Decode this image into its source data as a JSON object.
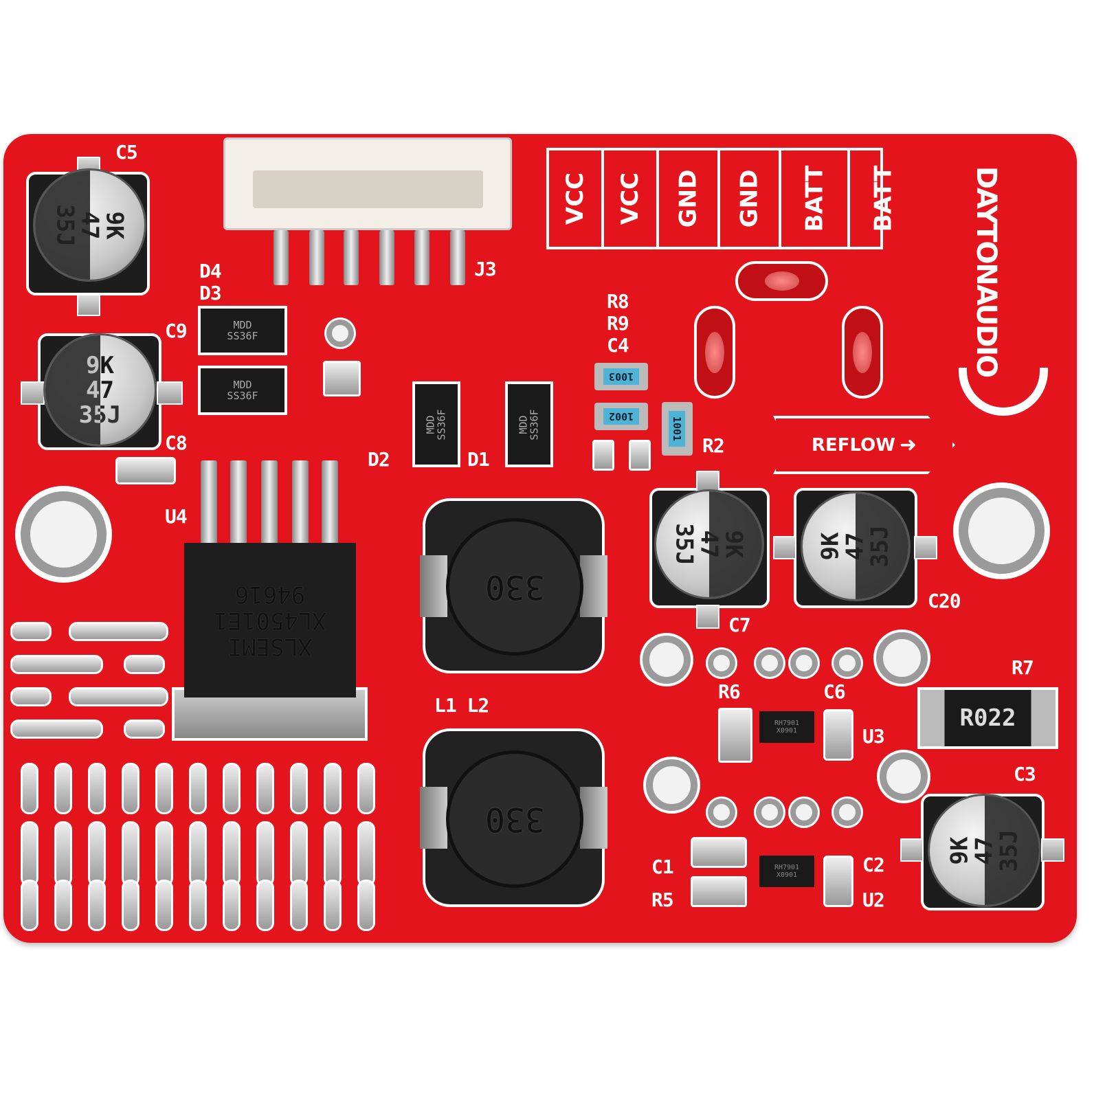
{
  "board": {
    "color": "#e3141b",
    "logo": "DAYTONAUDIO",
    "reflow_label": "REFLOW"
  },
  "terminal_labels": [
    "VCC",
    "VCC",
    "GND",
    "GND",
    "BATT",
    "BATT"
  ],
  "silk": [
    "C5",
    "D4",
    "D3",
    "C9",
    "C8",
    "U4",
    "D2",
    "D1",
    "J3",
    "R8",
    "R9",
    "C4",
    "R2",
    "C7",
    "C20",
    "R6",
    "C6",
    "R7",
    "U3",
    "L1 L2",
    "C3",
    "C1",
    "R5",
    "C2",
    "U2"
  ],
  "capacitor_marking": "9K\n47\n35J",
  "diode_marking": "MDD\nSS36F",
  "ic_u4_marking": "XLSEMI\nXL4501E1\n94616",
  "inductor_marking": "330",
  "resistors": {
    "r8": "1003",
    "r9": "1002",
    "r2": "1001",
    "r7": "R022"
  },
  "regulator_marking": "RH7901\nX0901"
}
